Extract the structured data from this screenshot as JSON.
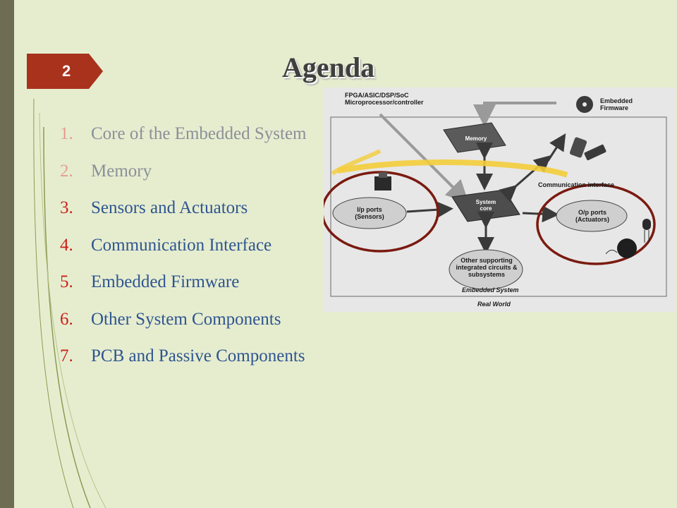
{
  "slide": {
    "number": "2",
    "title": "Agenda",
    "colors": {
      "background": "#e6edcf",
      "number_tab": "#a9321c",
      "list_number": "#cc1f1a",
      "list_text": "#2e5590",
      "dim_text": "#8a9098"
    }
  },
  "agenda": [
    {
      "num": "1.",
      "text": "Core of the Embedded System",
      "dimmed": true
    },
    {
      "num": "2.",
      "text": "Memory",
      "dimmed": true
    },
    {
      "num": "3.",
      "text": "Sensors and Actuators",
      "dimmed": false
    },
    {
      "num": "4.",
      "text": "Communication Interface",
      "dimmed": false
    },
    {
      "num": "5.",
      "text": "Embedded Firmware",
      "dimmed": false
    },
    {
      "num": "6.",
      "text": "Other System Components",
      "dimmed": false
    },
    {
      "num": "7.",
      "text": "PCB and Passive Components",
      "dimmed": false
    }
  ],
  "diagram": {
    "processor_label_1": "FPGA/ASIC/DSP/SoC",
    "processor_label_2": "Microprocessor/controller",
    "firmware_label_1": "Embedded",
    "firmware_label_2": "Firmware",
    "memory": "Memory",
    "system_core_1": "System",
    "system_core_2": "core",
    "comm_interface": "Communication interface",
    "input_1": "I/p ports",
    "input_2": "(Sensors)",
    "output_1": "O/p ports",
    "output_2": "(Actuators)",
    "other_1": "Other supporting",
    "other_2": "integrated circuits &",
    "other_3": "subsystems",
    "embedded_system": "Embedded System",
    "real_world": "Real World",
    "icons": [
      "cd-disc-icon",
      "usb-connector-icon",
      "serial-connector-icon",
      "push-button-sensor-icon",
      "led-icon",
      "buzzer-icon"
    ]
  }
}
